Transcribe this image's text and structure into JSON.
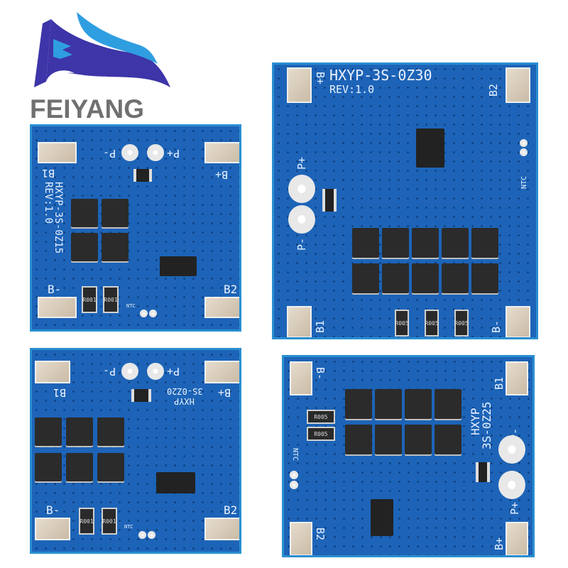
{
  "logo": {
    "brand": "FEIYANG",
    "colors": {
      "dark_wave": "#3d35a8",
      "light_wave": "#2f9ee0",
      "text": "#707070"
    }
  },
  "boards": [
    {
      "id": "top-left",
      "model": "HXYP-3S-0Z15",
      "revision": "REV:1.0",
      "labels": {
        "b1": "B1",
        "b_minus": "B-",
        "b_plus": "B+",
        "b2": "B2",
        "p_minus": "P-",
        "p_plus": "P+",
        "ntc": "NTC"
      },
      "resistors": [
        "R001",
        "R001"
      ],
      "mosfet_count": 4
    },
    {
      "id": "top-right",
      "model": "HXYP-3S-0Z30",
      "revision": "REV:1.0",
      "labels": {
        "b_plus": "B+",
        "b2": "B2",
        "p_plus": "P+",
        "p_minus": "P-",
        "b1": "B1",
        "b_minus": "B-",
        "ntc": "NTC"
      },
      "resistors": [
        "R005",
        "R005",
        "R005"
      ],
      "mosfet_count": 10
    },
    {
      "id": "bottom-left",
      "model_line1": "HXYP",
      "model_line2": "3S-0Z20",
      "labels": {
        "b1": "B1",
        "b_minus": "B-",
        "b_plus": "B+",
        "b2": "B2",
        "p_minus": "P-",
        "p_plus": "P+",
        "ntc": "NTC"
      },
      "resistors": [
        "R001",
        "R001"
      ],
      "mosfet_count": 6
    },
    {
      "id": "bottom-right",
      "model_line1": "HXYP",
      "model_line2": "3S-0Z25",
      "labels": {
        "b_minus": "B-",
        "b1": "B1",
        "p_minus": "P-",
        "p_plus": "P+",
        "b2": "B2",
        "b_plus": "B+",
        "ntc": "NTC"
      },
      "resistors": [
        "R005",
        "R005"
      ],
      "mosfet_count": 8
    }
  ],
  "colors": {
    "pcb_blue": "#1d64b8",
    "pcb_edge": "#2a8fd0",
    "pad": "#d8ccb8",
    "silkscreen": "#eaf2ff"
  }
}
